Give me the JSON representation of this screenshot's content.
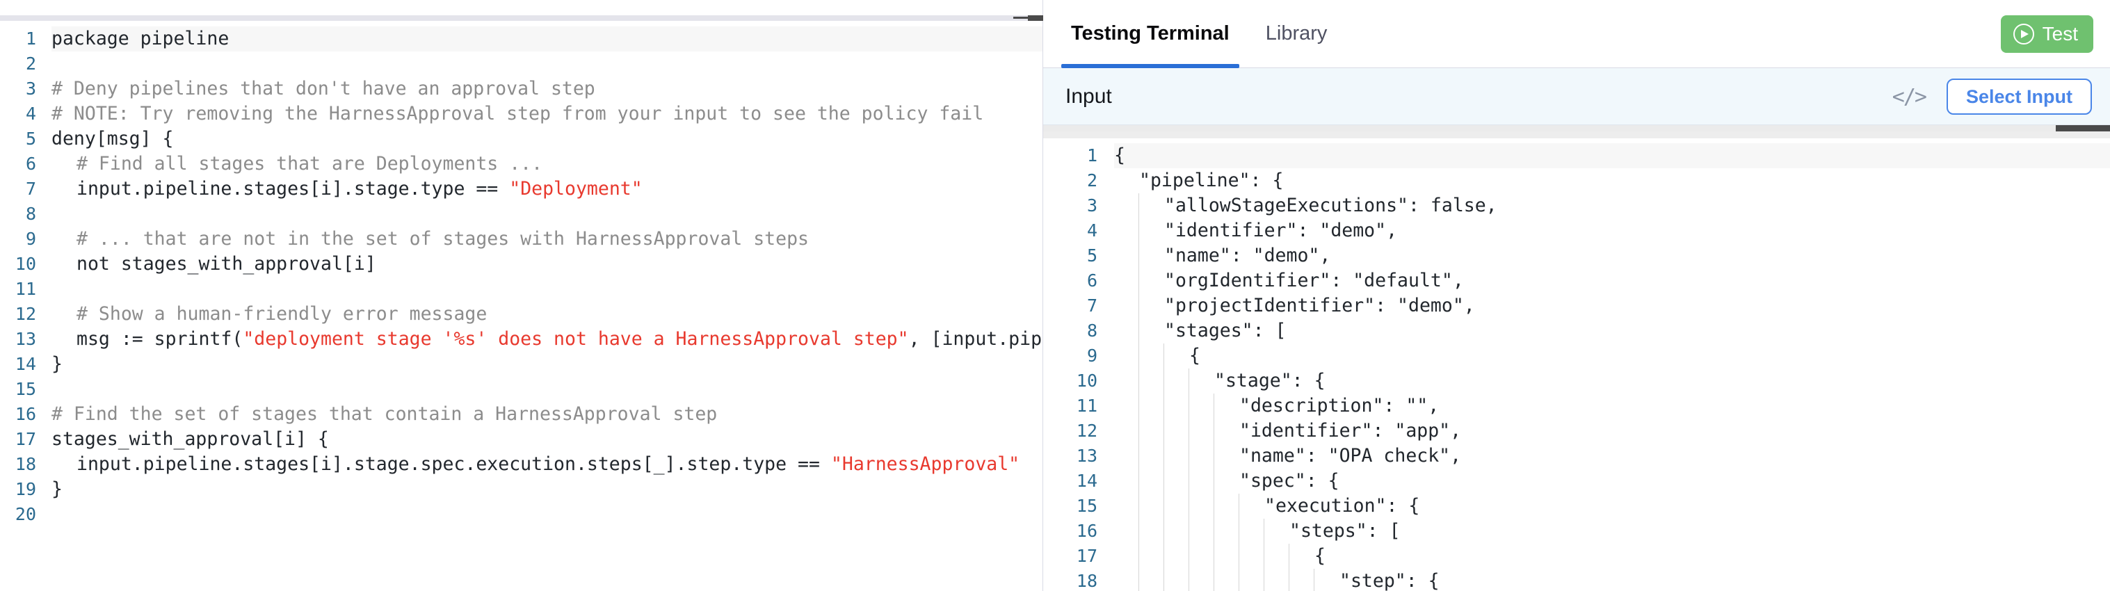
{
  "editor": {
    "language": "rego",
    "active_line": 1,
    "minimize_icon": "minimize-icon",
    "total_lines": 20,
    "lines": [
      {
        "n": 1,
        "indent": 0,
        "tokens": [
          {
            "t": "package pipeline",
            "c": "plain"
          }
        ]
      },
      {
        "n": 2,
        "indent": 0,
        "tokens": []
      },
      {
        "n": 3,
        "indent": 0,
        "tokens": [
          {
            "t": "# Deny pipelines that don't have an approval step",
            "c": "cmt"
          }
        ]
      },
      {
        "n": 4,
        "indent": 0,
        "tokens": [
          {
            "t": "# NOTE: Try removing the HarnessApproval step from your input to see the policy fail",
            "c": "cmt"
          }
        ]
      },
      {
        "n": 5,
        "indent": 0,
        "tokens": [
          {
            "t": "deny[msg] {",
            "c": "plain"
          }
        ]
      },
      {
        "n": 6,
        "indent": 1,
        "tokens": [
          {
            "t": "# Find all stages that are Deployments ...",
            "c": "cmt"
          }
        ]
      },
      {
        "n": 7,
        "indent": 1,
        "tokens": [
          {
            "t": "input.pipeline.stages[i].stage.type == ",
            "c": "plain"
          },
          {
            "t": "\"Deployment\"",
            "c": "str"
          }
        ]
      },
      {
        "n": 8,
        "indent": 1,
        "tokens": []
      },
      {
        "n": 9,
        "indent": 1,
        "tokens": [
          {
            "t": "# ... that are not in the set of stages with HarnessApproval steps",
            "c": "cmt"
          }
        ]
      },
      {
        "n": 10,
        "indent": 1,
        "tokens": [
          {
            "t": "not stages_with_approval[i]",
            "c": "plain"
          }
        ]
      },
      {
        "n": 11,
        "indent": 1,
        "tokens": []
      },
      {
        "n": 12,
        "indent": 1,
        "tokens": [
          {
            "t": "# Show a human-friendly error message",
            "c": "cmt"
          }
        ]
      },
      {
        "n": 13,
        "indent": 1,
        "tokens": [
          {
            "t": "msg := sprintf(",
            "c": "plain"
          },
          {
            "t": "\"deployment stage '%s' does not have a HarnessApproval step\"",
            "c": "str"
          },
          {
            "t": ", [input.pipel",
            "c": "plain"
          }
        ]
      },
      {
        "n": 14,
        "indent": 0,
        "tokens": [
          {
            "t": "}",
            "c": "plain"
          }
        ]
      },
      {
        "n": 15,
        "indent": 0,
        "tokens": []
      },
      {
        "n": 16,
        "indent": 0,
        "tokens": [
          {
            "t": "# Find the set of stages that contain a HarnessApproval step",
            "c": "cmt"
          }
        ]
      },
      {
        "n": 17,
        "indent": 0,
        "tokens": [
          {
            "t": "stages_with_approval[i] {",
            "c": "plain"
          }
        ]
      },
      {
        "n": 18,
        "indent": 1,
        "tokens": [
          {
            "t": "input.pipeline.stages[i].stage.spec.execution.steps[_].step.type == ",
            "c": "plain"
          },
          {
            "t": "\"HarnessApproval\"",
            "c": "str"
          }
        ]
      },
      {
        "n": 19,
        "indent": 0,
        "tokens": [
          {
            "t": "}",
            "c": "plain"
          }
        ]
      },
      {
        "n": 20,
        "indent": 0,
        "tokens": []
      }
    ]
  },
  "right": {
    "tabs": [
      {
        "label": "Testing Terminal",
        "active": true
      },
      {
        "label": "Library",
        "active": false
      }
    ],
    "test_button": {
      "label": "Test",
      "icon": "play-circle-icon",
      "color": "#6fc16f"
    },
    "input_panel": {
      "title": "Input",
      "code_toggle_icon": "</>",
      "select_input_label": "Select Input",
      "accent": "#4a86e8",
      "background": "#f1f8fc"
    },
    "json_editor": {
      "active_line": 1,
      "lines": [
        {
          "n": 1,
          "indent": 0,
          "text": "{"
        },
        {
          "n": 2,
          "indent": 1,
          "text": "\"pipeline\": {"
        },
        {
          "n": 3,
          "indent": 2,
          "text": "\"allowStageExecutions\": false,"
        },
        {
          "n": 4,
          "indent": 2,
          "text": "\"identifier\": \"demo\","
        },
        {
          "n": 5,
          "indent": 2,
          "text": "\"name\": \"demo\","
        },
        {
          "n": 6,
          "indent": 2,
          "text": "\"orgIdentifier\": \"default\","
        },
        {
          "n": 7,
          "indent": 2,
          "text": "\"projectIdentifier\": \"demo\","
        },
        {
          "n": 8,
          "indent": 2,
          "text": "\"stages\": ["
        },
        {
          "n": 9,
          "indent": 3,
          "text": "{"
        },
        {
          "n": 10,
          "indent": 4,
          "text": "\"stage\": {"
        },
        {
          "n": 11,
          "indent": 5,
          "text": "\"description\": \"\","
        },
        {
          "n": 12,
          "indent": 5,
          "text": "\"identifier\": \"app\","
        },
        {
          "n": 13,
          "indent": 5,
          "text": "\"name\": \"OPA check\","
        },
        {
          "n": 14,
          "indent": 5,
          "text": "\"spec\": {"
        },
        {
          "n": 15,
          "indent": 6,
          "text": "\"execution\": {"
        },
        {
          "n": 16,
          "indent": 7,
          "text": "\"steps\": ["
        },
        {
          "n": 17,
          "indent": 8,
          "text": "{"
        },
        {
          "n": 18,
          "indent": 9,
          "text": "\"step\": {"
        }
      ]
    }
  }
}
